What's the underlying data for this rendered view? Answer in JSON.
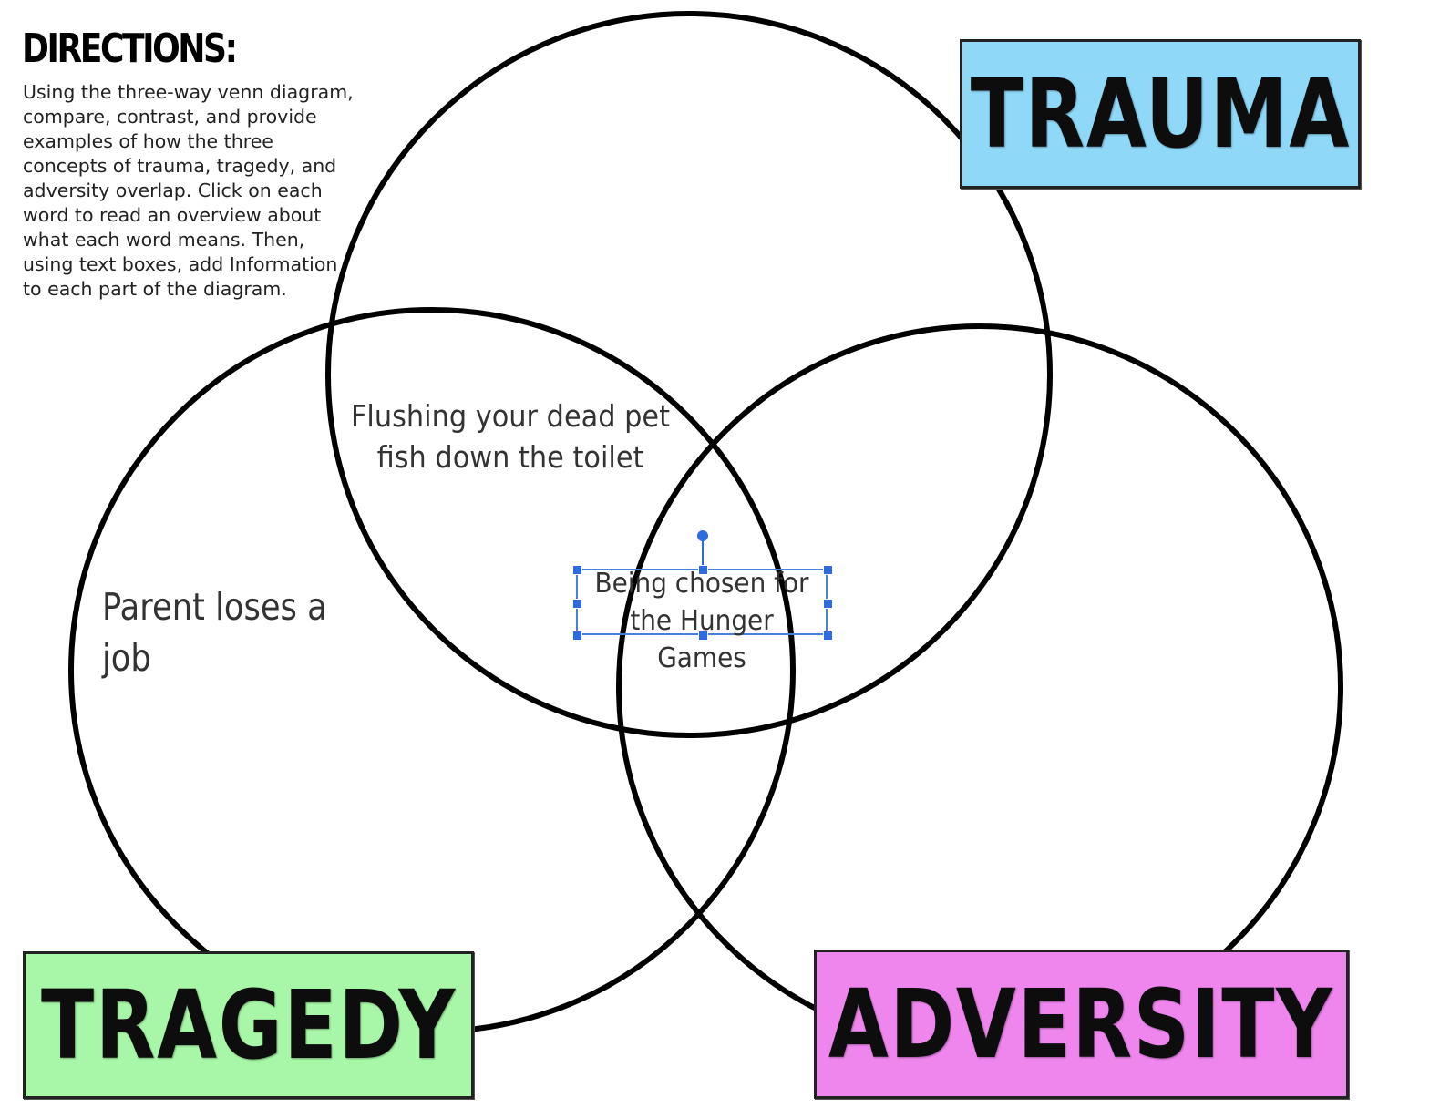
{
  "directions": {
    "title": "DIRECTIONS:",
    "body": "Using the three-way venn diagram, compare, contrast, and provide examples of how the three concepts of trauma, tragedy, and adversity overlap.  Click on each word to read an overview about what each word means.  Then, using text boxes, add Information to each part of the diagram."
  },
  "labels": {
    "trauma": "TRAUMA",
    "tragedy": "TRAGEDY",
    "adversity": "ADVERSITY"
  },
  "entries": {
    "trauma_tragedy": "Flushing your dead pet fish down the toilet",
    "tragedy_only": "Parent loses a job",
    "center": "Being chosen for the Hunger Games"
  },
  "colors": {
    "trauma": "#8fd8f8",
    "tragedy": "#a8f7a8",
    "adversity": "#ee86ee",
    "selection": "#2f6be0"
  }
}
